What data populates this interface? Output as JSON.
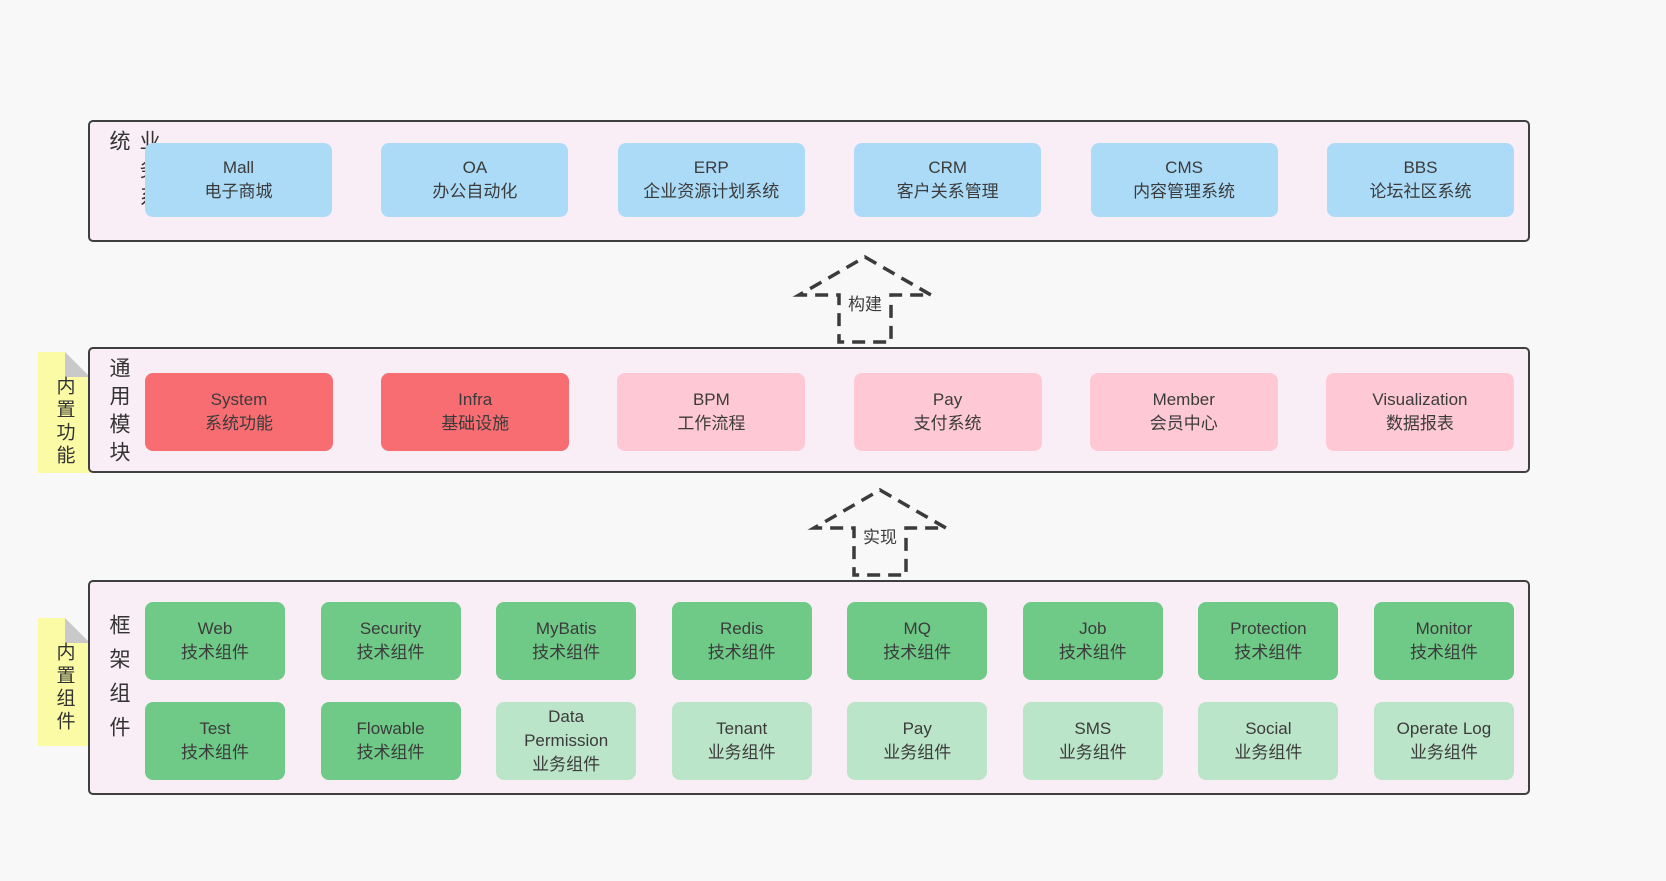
{
  "colors": {
    "page_bg": "#f8f8f8",
    "band_bg": "#f9edf6",
    "band_border": "#3f3f3f",
    "blue": "#abdbf7",
    "red": "#f76d72",
    "pink": "#fec9d4",
    "green": "#6fc987",
    "green_light": "#bbe5c8",
    "note_yellow": "#fbfba6",
    "text": "#3b3b3b"
  },
  "arrows": [
    {
      "label": "构建"
    },
    {
      "label": "实现"
    }
  ],
  "notes": {
    "features": {
      "label": "内置功能"
    },
    "components": {
      "label": "内置组件"
    }
  },
  "bands": {
    "business": {
      "label": "业务系统",
      "boxes": [
        {
          "title": "Mall",
          "subtitle": "电子商城"
        },
        {
          "title": "OA",
          "subtitle": "办公自动化"
        },
        {
          "title": "ERP",
          "subtitle": "企业资源计划系统"
        },
        {
          "title": "CRM",
          "subtitle": "客户关系管理"
        },
        {
          "title": "CMS",
          "subtitle": "内容管理系统"
        },
        {
          "title": "BBS",
          "subtitle": "论坛社区系统"
        }
      ]
    },
    "modules": {
      "label": "通用模块",
      "boxes": [
        {
          "title": "System",
          "subtitle": "系统功能"
        },
        {
          "title": "Infra",
          "subtitle": "基础设施"
        },
        {
          "title": "BPM",
          "subtitle": "工作流程"
        },
        {
          "title": "Pay",
          "subtitle": "支付系统"
        },
        {
          "title": "Member",
          "subtitle": "会员中心"
        },
        {
          "title": "Visualization",
          "subtitle": "数据报表"
        }
      ]
    },
    "framework": {
      "label": "框架组件",
      "row1": [
        {
          "title": "Web",
          "subtitle": "技术组件"
        },
        {
          "title": "Security",
          "subtitle": "技术组件"
        },
        {
          "title": "MyBatis",
          "subtitle": "技术组件"
        },
        {
          "title": "Redis",
          "subtitle": "技术组件"
        },
        {
          "title": "MQ",
          "subtitle": "技术组件"
        },
        {
          "title": "Job",
          "subtitle": "技术组件"
        },
        {
          "title": "Protection",
          "subtitle": "技术组件"
        },
        {
          "title": "Monitor",
          "subtitle": "技术组件"
        }
      ],
      "row2": [
        {
          "title": "Test",
          "subtitle": "技术组件"
        },
        {
          "title": "Flowable",
          "subtitle": "技术组件"
        },
        {
          "title": "Data Permission",
          "subtitle": "业务组件"
        },
        {
          "title": "Tenant",
          "subtitle": "业务组件"
        },
        {
          "title": "Pay",
          "subtitle": "业务组件"
        },
        {
          "title": "SMS",
          "subtitle": "业务组件"
        },
        {
          "title": "Social",
          "subtitle": "业务组件"
        },
        {
          "title": "Operate Log",
          "subtitle": "业务组件"
        }
      ]
    }
  }
}
